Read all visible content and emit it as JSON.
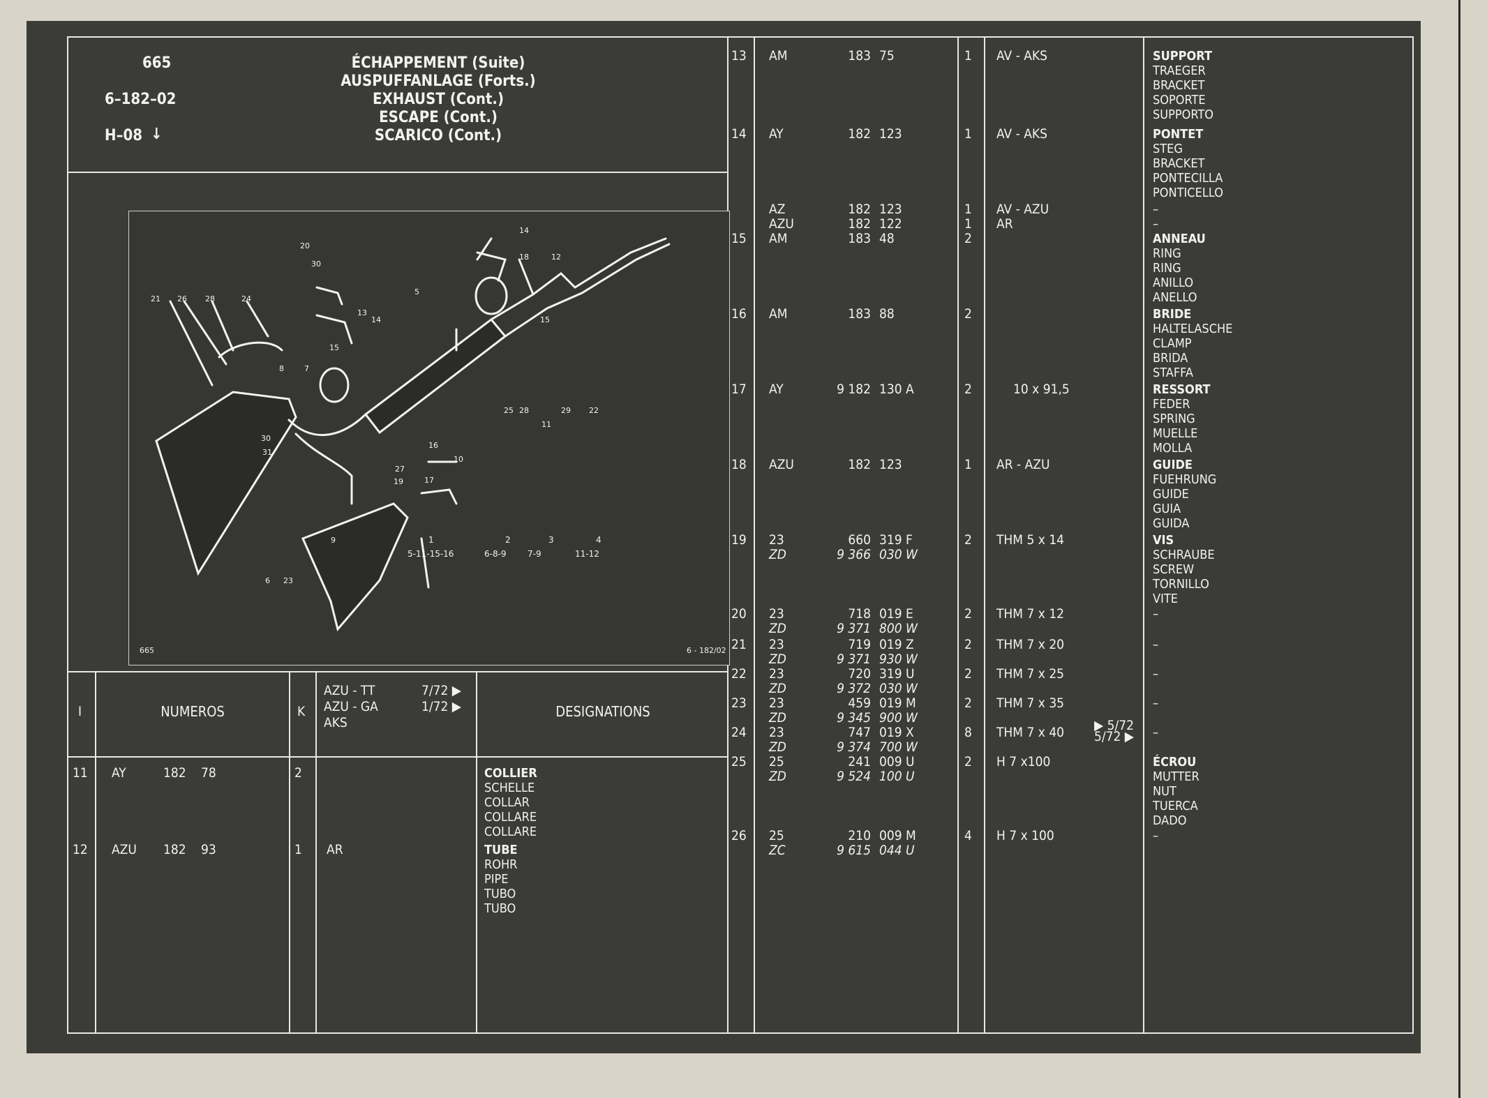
{
  "header": {
    "page_number": "665",
    "section_code": "6–182–02",
    "ref_code": "H–08",
    "titles": [
      "ÉCHAPPEMENT (Suite)",
      "AUSPUFFANLAGE (Forts.)",
      "EXHAUST (Cont.)",
      "ESCAPE (Cont.)",
      "SCARICO (Cont.)"
    ]
  },
  "diagram": {
    "corner_left": "665",
    "corner_right": "6 - 182/02",
    "legend": [
      {
        "num": "1",
        "refs": "5-11-15-16"
      },
      {
        "num": "2",
        "refs": "6-8-9"
      },
      {
        "num": "3",
        "refs": "7-9"
      },
      {
        "num": "4",
        "refs": "11-12"
      }
    ],
    "callouts": [
      "14",
      "20",
      "30",
      "18",
      "12",
      "5",
      "21",
      "26",
      "28",
      "24",
      "13",
      "14",
      "15",
      "8",
      "7",
      "25",
      "28",
      "11",
      "29",
      "22",
      "30",
      "31",
      "16",
      "27",
      "19",
      "17",
      "10",
      "9",
      "6",
      "23"
    ]
  },
  "table_header": {
    "col_i": "I",
    "col_numeros": "NUMEROS",
    "col_k": "K",
    "models": [
      {
        "name": "AZU - TT",
        "date": "7/72 ▶"
      },
      {
        "name": "AZU - GA",
        "date": "1/72 ▶"
      },
      {
        "name": "AKS",
        "date": ""
      }
    ],
    "col_designations": "DESIGNATIONS"
  },
  "left_rows": [
    {
      "i": "11",
      "prefix": "AY",
      "n1": "182",
      "n2": "78",
      "k": "2",
      "model": "",
      "designations": [
        "COLLIER",
        "SCHELLE",
        "COLLAR",
        "COLLARE",
        "COLLARE"
      ]
    },
    {
      "i": "12",
      "prefix": "AZU",
      "n1": "182",
      "n2": "93",
      "k": "1",
      "model": "AR",
      "designations": [
        "TUBE",
        "ROHR",
        "PIPE",
        "TUBO",
        "TUBO"
      ]
    }
  ],
  "right_rows": [
    {
      "i": "13",
      "parts": [
        [
          "AM",
          "183",
          "75"
        ]
      ],
      "qty": [
        "1"
      ],
      "model": [
        "AV - AKS"
      ],
      "designations": [
        "SUPPORT",
        "TRAEGER",
        "BRACKET",
        "SOPORTE",
        "SUPPORTO"
      ]
    },
    {
      "i": "14",
      "parts": [
        [
          "AY",
          "182",
          "123"
        ]
      ],
      "qty": [
        "1"
      ],
      "model": [
        "AV - AKS"
      ],
      "designations": [
        "PONTET",
        "STEG",
        "BRACKET",
        "PONTECILLA",
        "PONTICELLO"
      ]
    },
    {
      "i": "",
      "parts": [
        [
          "AZ",
          "182",
          "123"
        ],
        [
          "AZU",
          "182",
          "122"
        ]
      ],
      "qty": [
        "1",
        "1"
      ],
      "model": [
        "AV - AZU",
        "AR"
      ],
      "designations": [
        "–",
        "–"
      ]
    },
    {
      "i": "15",
      "parts": [
        [
          "AM",
          "183",
          "48"
        ]
      ],
      "qty": [
        "2"
      ],
      "model": [
        ""
      ],
      "designations": [
        "ANNEAU",
        "RING",
        "RING",
        "ANILLO",
        "ANELLO"
      ]
    },
    {
      "i": "16",
      "parts": [
        [
          "AM",
          "183",
          "88"
        ]
      ],
      "qty": [
        "2"
      ],
      "model": [
        ""
      ],
      "designations": [
        "BRIDE",
        "HALTELASCHE",
        "CLAMP",
        "BRIDA",
        "STAFFA"
      ]
    },
    {
      "i": "17",
      "parts": [
        [
          "AY",
          "9  182",
          "130  A"
        ]
      ],
      "qty": [
        "2"
      ],
      "model": [
        "10 x 91,5"
      ],
      "designations": [
        "RESSORT",
        "FEDER",
        "SPRING",
        "MUELLE",
        "MOLLA"
      ]
    },
    {
      "i": "18",
      "parts": [
        [
          "AZU",
          "182",
          "123"
        ]
      ],
      "qty": [
        "1"
      ],
      "model": [
        "AR - AZU"
      ],
      "designations": [
        "GUIDE",
        "FUEHRUNG",
        "GUIDE",
        "GUIA",
        "GUIDA"
      ]
    },
    {
      "i": "19",
      "parts": [
        [
          "23",
          "660",
          "319  F"
        ],
        [
          "ZD",
          "9 366",
          "030 W"
        ]
      ],
      "qty": [
        "2"
      ],
      "model": [
        "THM 5 x 14"
      ],
      "designations": [
        "VIS",
        "SCHRAUBE",
        "SCREW",
        "TORNILLO",
        "VITE"
      ]
    },
    {
      "i": "20",
      "parts": [
        [
          "23",
          "718",
          "019  E"
        ],
        [
          "ZD",
          "9 371",
          "800 W"
        ]
      ],
      "qty": [
        "2"
      ],
      "model": [
        "THM 7 x 12"
      ],
      "designations": [
        "–"
      ]
    },
    {
      "i": "21",
      "parts": [
        [
          "23",
          "719",
          "019  Z"
        ],
        [
          "ZD",
          "9 371",
          "930 W"
        ]
      ],
      "qty": [
        "2"
      ],
      "model": [
        "THM 7 x 20"
      ],
      "designations": [
        "–"
      ]
    },
    {
      "i": "22",
      "parts": [
        [
          "23",
          "720",
          "319  U"
        ],
        [
          "ZD",
          "9 372",
          "030 W"
        ]
      ],
      "qty": [
        "2"
      ],
      "model": [
        "THM 7 x 25"
      ],
      "designations": [
        "–"
      ]
    },
    {
      "i": "23",
      "parts": [
        [
          "23",
          "459",
          "019  M"
        ],
        [
          "ZD",
          "9 345",
          "900 W"
        ]
      ],
      "qty": [
        "2"
      ],
      "model": [
        "THM 7 x 35"
      ],
      "designations": [
        "–"
      ]
    },
    {
      "i": "24",
      "parts": [
        [
          "23",
          "747",
          "019  X"
        ],
        [
          "ZD",
          "9 374",
          "700 W"
        ]
      ],
      "qty": [
        "8"
      ],
      "model": [
        "THM 7 x 40"
      ],
      "designations": [
        "–"
      ]
    },
    {
      "i": "25",
      "parts": [
        [
          "25",
          "241",
          "009  U"
        ],
        [
          "ZD",
          "9 524",
          "100  U"
        ]
      ],
      "qty": [
        "2"
      ],
      "model": [
        "H 7 x100"
      ],
      "designations": [
        "ÉCROU",
        "MUTTER",
        "NUT",
        "TUERCA",
        "DADO"
      ]
    },
    {
      "i": "26",
      "parts": [
        [
          "25",
          "210",
          "009  M"
        ],
        [
          "ZC",
          "9 615",
          "044  U"
        ]
      ],
      "qty": [
        "4"
      ],
      "model": [
        "H 7 x 100"
      ],
      "designations": [
        "–"
      ]
    }
  ],
  "date_marks": [
    "▶ 5/72",
    "5/72 ▶"
  ],
  "colors": {
    "board": "#3b3c38",
    "ink": "#f2f2ee",
    "paper": "#d9d4c8"
  }
}
